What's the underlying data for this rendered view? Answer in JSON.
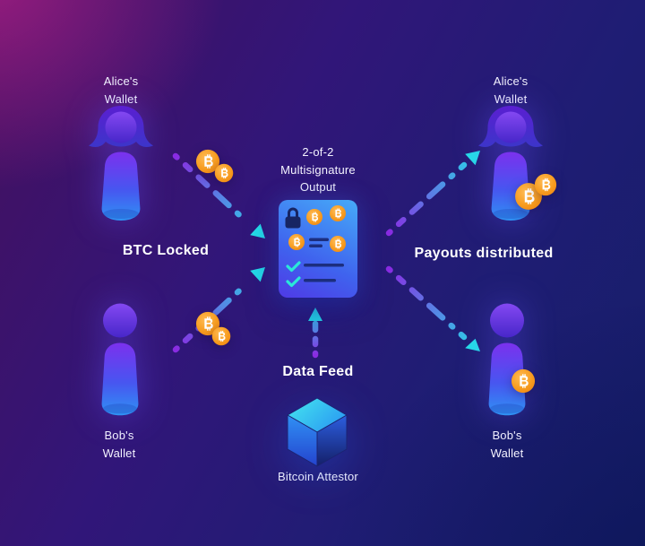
{
  "diagram": {
    "left": {
      "alice_label": "Alice's\nWallet",
      "bob_label": "Bob's\nWallet",
      "caption": "BTC Locked"
    },
    "center": {
      "multisig_label": "2-of-2\nMultisignature\nOutput",
      "data_feed_label": "Data Feed",
      "attestor_label": "Bitcoin Attestor"
    },
    "right": {
      "alice_label": "Alice's\nWallet",
      "bob_label": "Bob's\nWallet",
      "caption": "Payouts distributed"
    }
  },
  "icons": {
    "bitcoin_coin_symbol": "₿",
    "checkmark": "✓",
    "lock": "padlock",
    "attestor_cube": "isometric-cube"
  },
  "colors": {
    "bitcoin_orange": "#f7931a",
    "arrow_teal": "#25dce8",
    "arrow_purple": "#8a2be2",
    "card_blue_top": "#46aaf8",
    "card_purple_bottom": "#4f3ae6",
    "background_magenta": "#b01e8a",
    "background_indigo": "#1f1d74",
    "text_white": "#ffffff"
  }
}
